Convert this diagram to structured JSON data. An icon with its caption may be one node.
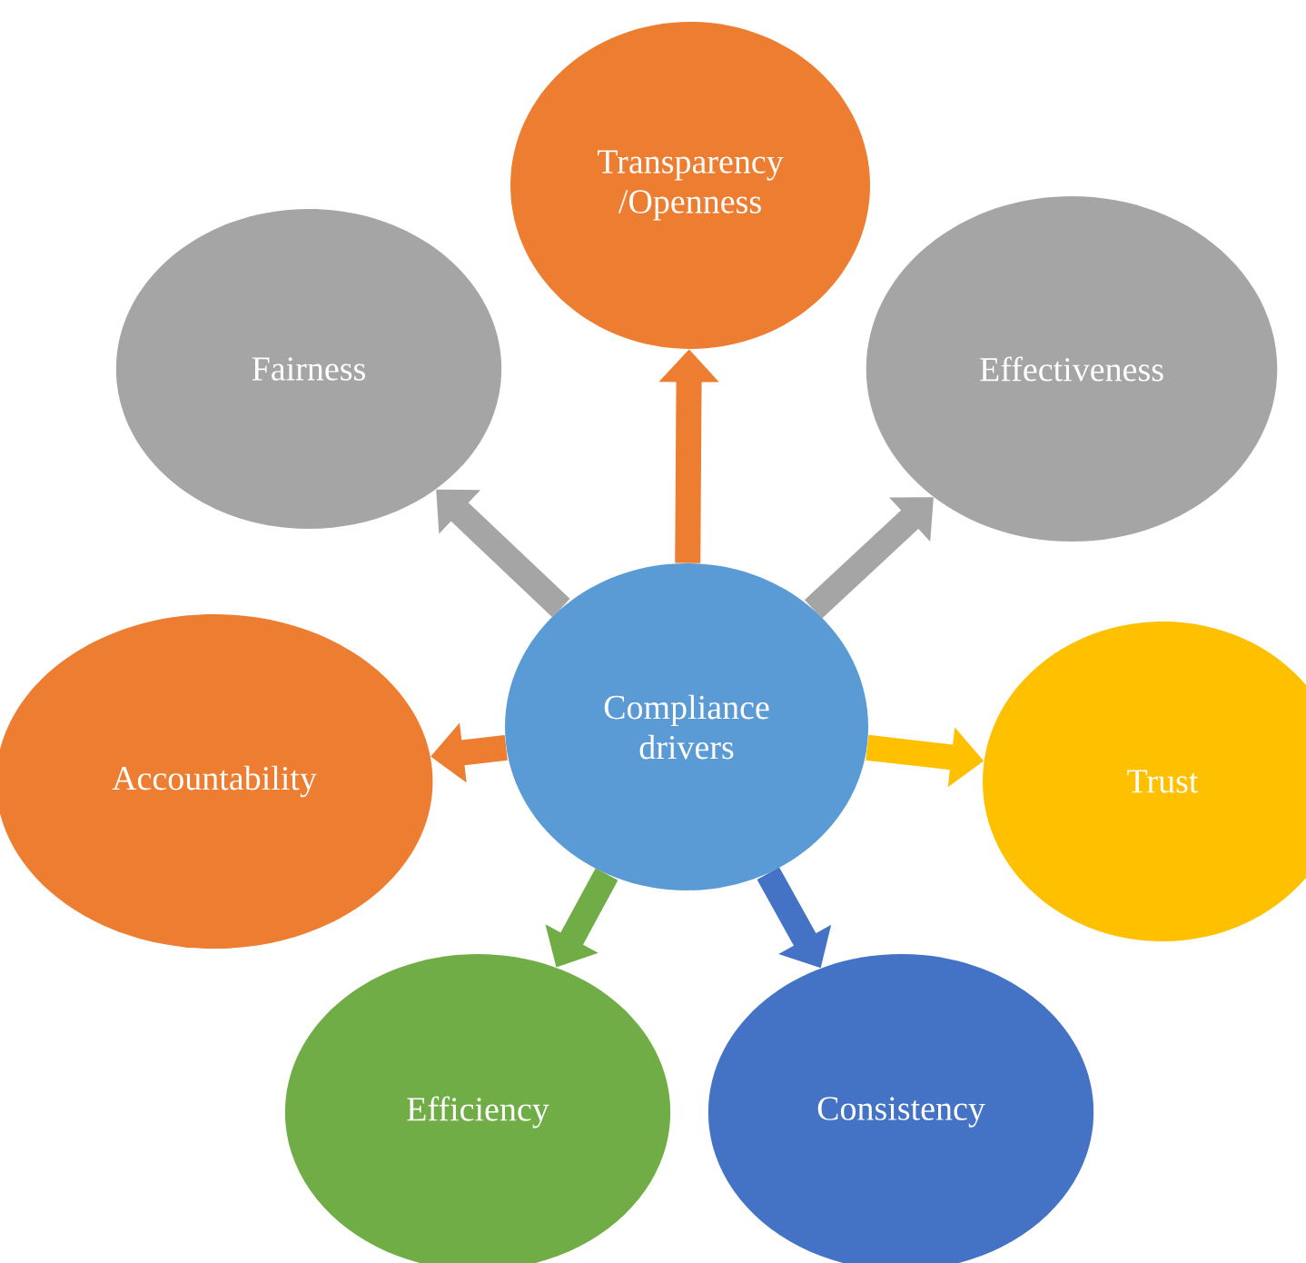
{
  "diagram": {
    "nodes": [
      {
        "text": [
          "Compliance drivers"
        ]
      },
      {
        "text": [
          "Transparency /Openness"
        ]
      },
      {
        "text": [
          "Effectiveness"
        ]
      },
      {
        "text": [
          "Trust"
        ]
      },
      {
        "text": [
          "Consistency"
        ]
      },
      {
        "text": [
          "Efficiency"
        ]
      },
      {
        "text": [
          "Accountability"
        ]
      },
      {
        "text": [
          "Fairness"
        ]
      }
    ],
    "edges": [
      {
        "from": 0,
        "to": 1,
        "arrow": "to",
        "color": "#ed7d31"
      },
      {
        "from": 0,
        "to": 2,
        "arrow": "to",
        "color": "#a5a5a5"
      },
      {
        "from": 0,
        "to": 3,
        "arrow": "to",
        "color": "#ffc000"
      },
      {
        "from": 0,
        "to": 4,
        "arrow": "to",
        "color": "#4472c4"
      },
      {
        "from": 0,
        "to": 5,
        "arrow": "to",
        "color": "#70ad47"
      },
      {
        "from": 0,
        "to": 6,
        "arrow": "to",
        "color": "#ed7d31"
      },
      {
        "from": 0,
        "to": 7,
        "arrow": "to",
        "color": "#a5a5a5"
      }
    ]
  }
}
